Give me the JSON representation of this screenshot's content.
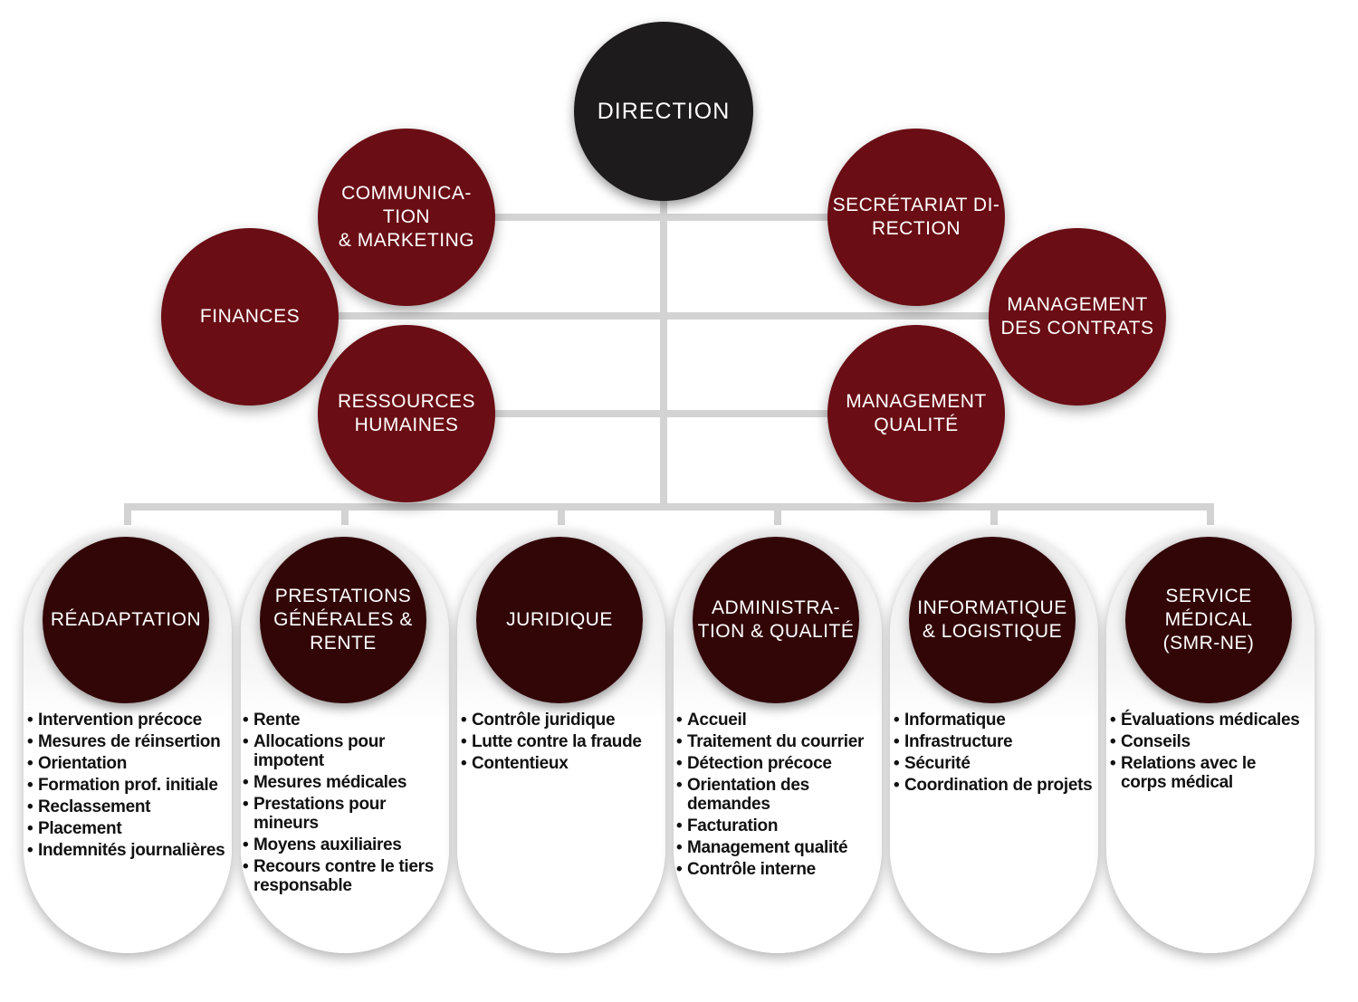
{
  "direction": {
    "label": "DIRECTION"
  },
  "staff": {
    "communication": "COMMUNICA-\nTION\n& MARKETING",
    "finances": "FINANCES",
    "ressources_humaines": "RESSOURCES\nHUMAINES",
    "secretariat": "SECRÉTARIAT DI-\nRECTION",
    "management_contrats": "MANAGEMENT\nDES CONTRATS",
    "management_qualite": "MANAGEMENT\nQUALITÉ"
  },
  "departments": [
    {
      "label": "RÉADAPTATION",
      "items": [
        "Intervention précoce",
        "Mesures de réinsertion",
        "Orientation",
        "Formation prof. initiale",
        "Reclassement",
        "Placement",
        "Indemnités journalières"
      ]
    },
    {
      "label": "PRESTATIONS\nGÉNÉRALES &\nRENTE",
      "items": [
        "Rente",
        "Allocations pour impotent",
        "Mesures médicales",
        "Prestations pour mineurs",
        "Moyens auxiliaires",
        "Recours contre le tiers responsable"
      ]
    },
    {
      "label": "JURIDIQUE",
      "items": [
        "Contrôle juridique",
        "Lutte contre la fraude",
        "Contentieux"
      ]
    },
    {
      "label": "ADMINISTRA-\nTION & QUALITÉ",
      "items": [
        "Accueil",
        "Traitement du courrier",
        "Détection précoce",
        "Orientation des demandes",
        "Facturation",
        "Management qualité",
        "Contrôle interne"
      ]
    },
    {
      "label": "INFORMATIQUE\n& LOGISTIQUE",
      "items": [
        "Informatique",
        "Infrastructure",
        "Sécurité",
        "Coordination de projets"
      ]
    },
    {
      "label": "SERVICE\nMÉDICAL\n(SMR-NE)",
      "items": [
        "Évaluations médicales",
        "Conseils",
        "Relations avec le corps médical"
      ]
    }
  ],
  "colors": {
    "direction": "#1d1b1c",
    "staff": "#6a0d14",
    "department": "#320607",
    "connector": "#d3d3d3"
  }
}
